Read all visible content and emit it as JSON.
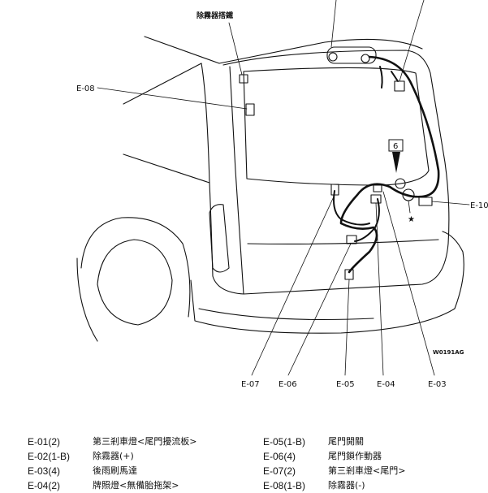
{
  "diagram": {
    "top_label": "除霧器搭鐵",
    "step_number": "6",
    "figure_code": "W0191AG",
    "star": "★",
    "callouts": {
      "e08": "E-08",
      "e10": "E-10",
      "e07": "E-07",
      "e06": "E-06",
      "e05": "E-05",
      "e04": "E-04",
      "e03": "E-03"
    }
  },
  "legend": [
    {
      "code": "E-01(2)",
      "desc": "第三剎車燈<尾門擾流板>"
    },
    {
      "code": "E-02(1-B)",
      "desc": "除霧器(+)"
    },
    {
      "code": "E-03(4)",
      "desc": "後雨刷馬達"
    },
    {
      "code": "E-04(2)",
      "desc": "牌照燈<無備胎拖架>"
    },
    {
      "code": "E-05(1-B)",
      "desc": "尾門開關"
    },
    {
      "code": "E-06(4)",
      "desc": "尾門鎖作動器"
    },
    {
      "code": "E-07(2)",
      "desc": "第三剎車燈<尾門>"
    },
    {
      "code": "E-08(1-B)",
      "desc": "除霧器(-)"
    }
  ]
}
